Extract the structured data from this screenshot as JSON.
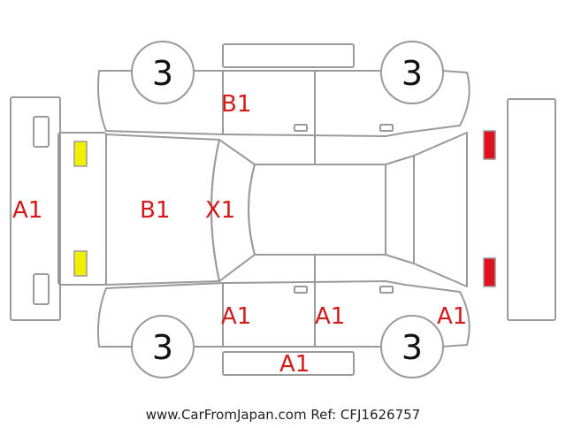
{
  "colors": {
    "outline": "#9a9a9a",
    "damage_text": "#d41a1a",
    "yellow_light": "#f2ee00",
    "red_light": "#e0101c",
    "footer_text": "#222222"
  },
  "tires": {
    "front_left": "3",
    "rear_left": "3",
    "front_right": "3",
    "rear_right": "3"
  },
  "damage_labels": {
    "front_bumper": "A1",
    "hood": "B1",
    "windshield": "X1",
    "roof_upper_left": "B1",
    "front_door_right": "A1",
    "rear_door_right": "A1",
    "rear_quarter_right": "A1",
    "rocker_right": "A1"
  },
  "footer": {
    "text": "www.CarFromJapan.com Ref: CFJ1626757"
  }
}
